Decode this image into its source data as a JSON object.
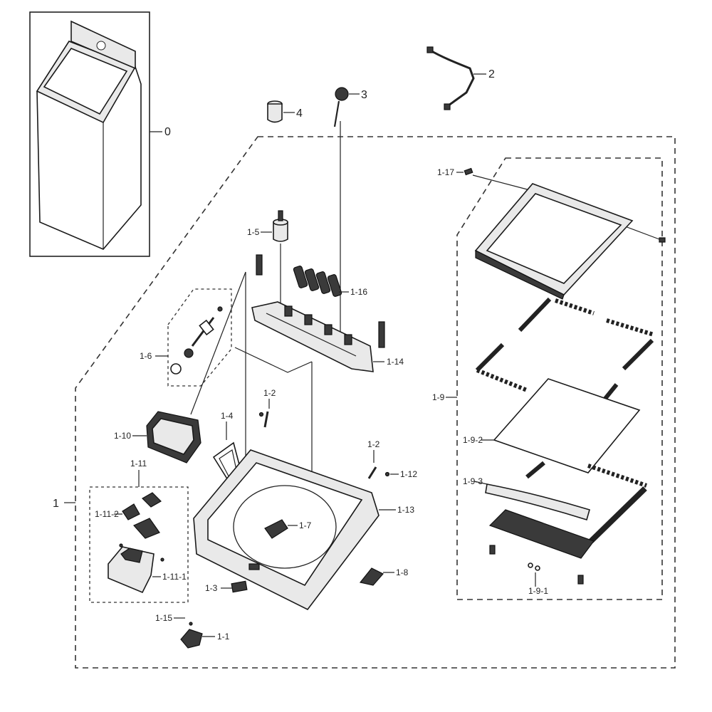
{
  "callouts": {
    "c0": "0",
    "c1": "1",
    "c1_1": "1-1",
    "c1_2a": "1-2",
    "c1_2b": "1-2",
    "c1_3": "1-3",
    "c1_4": "1-4",
    "c1_5": "1-5",
    "c1_6": "1-6",
    "c1_7": "1-7",
    "c1_8": "1-8",
    "c1_9": "1-9",
    "c1_9_1": "1-9-1",
    "c1_9_2": "1-9-2",
    "c1_9_3": "1-9-3",
    "c1_10": "1-10",
    "c1_11": "1-11",
    "c1_11_1": "1-11-1",
    "c1_11_2": "1-11-2",
    "c1_12": "1-12",
    "c1_13": "1-13",
    "c1_14": "1-14",
    "c1_15": "1-15",
    "c1_16": "1-16",
    "c1_17": "1-17",
    "c2": "2",
    "c3": "3",
    "c4": "4"
  }
}
